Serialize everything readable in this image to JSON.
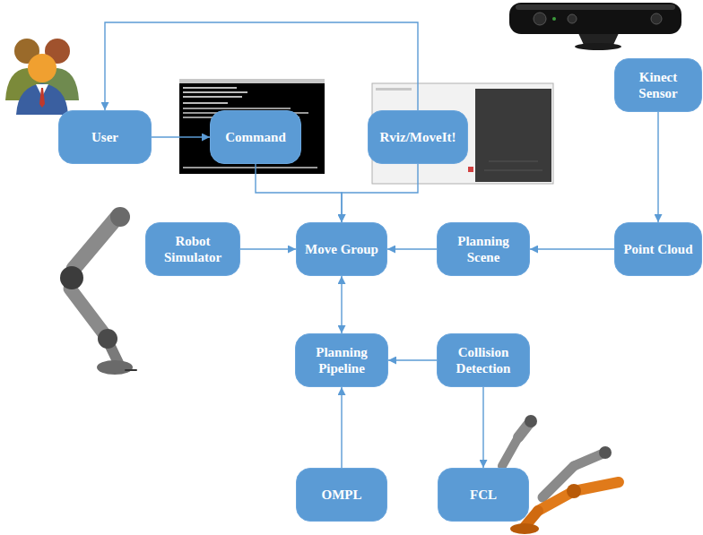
{
  "diagram": {
    "nodes": [
      {
        "text": [
          "User"
        ]
      },
      {
        "text": [
          "Command"
        ]
      },
      {
        "text": [
          "Rviz/MoveIt!"
        ]
      },
      {
        "text": [
          "Kinect Sensor"
        ]
      },
      {
        "text": [
          "Robot Simulator"
        ]
      },
      {
        "text": [
          "Move Group"
        ]
      },
      {
        "text": [
          "Planning Scene"
        ]
      },
      {
        "text": [
          "Point Cloud"
        ]
      },
      {
        "text": [
          "Planning Pipeline"
        ]
      },
      {
        "text": [
          "Collision Detection"
        ]
      },
      {
        "text": [
          "OMPL"
        ]
      },
      {
        "text": [
          "FCL"
        ]
      }
    ],
    "edges": [
      {
        "from": 0,
        "to": 1,
        "arrow": "to"
      },
      {
        "from": 2,
        "to": 0,
        "arrow": "to"
      },
      {
        "from": 1,
        "to": 5,
        "arrow": "to"
      },
      {
        "from": 2,
        "to": 5,
        "arrow": "to"
      },
      {
        "from": 3,
        "to": 7,
        "arrow": "to"
      },
      {
        "from": 7,
        "to": 6,
        "arrow": "to"
      },
      {
        "from": 6,
        "to": 5,
        "arrow": "to"
      },
      {
        "from": 4,
        "to": 5,
        "arrow": "to"
      },
      {
        "from": 5,
        "to": 8,
        "arrow": "both"
      },
      {
        "from": 9,
        "to": 8,
        "arrow": "to"
      },
      {
        "from": 10,
        "to": 8,
        "arrow": "to"
      },
      {
        "from": 9,
        "to": 11,
        "arrow": "to"
      }
    ]
  }
}
